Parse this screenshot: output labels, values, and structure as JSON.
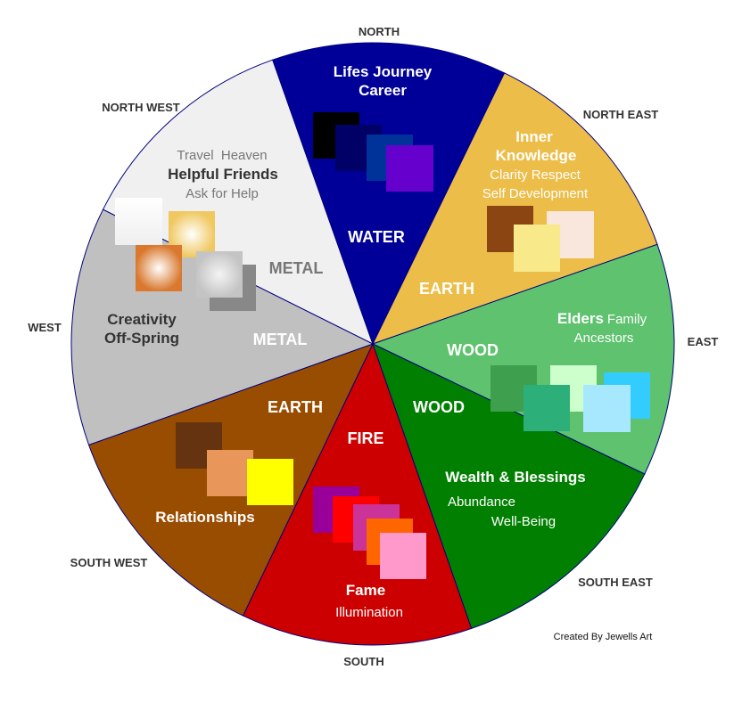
{
  "directions": {
    "north": "NORTH",
    "north_east": "NORTH EAST",
    "east": "EAST",
    "south_east": "SOUTH EAST",
    "south": "SOUTH",
    "south_west": "SOUTH WEST",
    "west": "WEST",
    "north_west": "NORTH WEST"
  },
  "sectors": {
    "north": {
      "color": "#000099",
      "title1": "Lifes Journey",
      "title2": "Career",
      "element": "WATER",
      "swatches": [
        "#000000",
        "#000066",
        "#003399",
        "#6600cc"
      ]
    },
    "north_east": {
      "color": "#ecbd48",
      "title1": "Inner",
      "title2": "Knowledge",
      "sub1": "Clarity Respect",
      "sub2": "Self Development",
      "element": "EARTH",
      "swatches": [
        "#8b4513",
        "#f9e6dc",
        "#f8ea8a"
      ]
    },
    "east": {
      "color": "#5ec26e",
      "title": "Elders",
      "sub1": "Family",
      "sub2": "Ancestors",
      "element": "WOOD",
      "swatches": [
        "#3ea04e",
        "#ccffcc",
        "#33ccff",
        "#2daf7a",
        "#a8e8ff"
      ]
    },
    "south_east": {
      "color": "#007f00",
      "title": "Wealth & Blessings",
      "sub1": "Abundance",
      "sub2": "Well-Being",
      "element": "WOOD"
    },
    "south": {
      "color": "#cc0000",
      "title": "Fame",
      "sub": "Illumination",
      "element": "FIRE",
      "swatches": [
        "#990099",
        "#ff0000",
        "#cc3399",
        "#ff6600",
        "#ff99cc"
      ]
    },
    "south_west": {
      "color": "#994d00",
      "title": "Relationships",
      "element": "EARTH",
      "swatches": [
        "#663311",
        "#e8965a",
        "#ffff00"
      ]
    },
    "west": {
      "color": "#c0c0c0",
      "title1": "Creativity",
      "title2": "Off-Spring",
      "element": "METAL"
    },
    "north_west": {
      "color": "#f0f0f0",
      "sub1": "Travel  Heaven",
      "title": "Helpful Friends",
      "sub2": "Ask for Help",
      "element": "METAL",
      "swatches": [
        "#f8f8f8",
        "#f0c860",
        "#d9782e",
        "#888888",
        "#c8c8c8"
      ]
    }
  },
  "outline_color": "#000080",
  "credit": "Created By Jewells Art"
}
